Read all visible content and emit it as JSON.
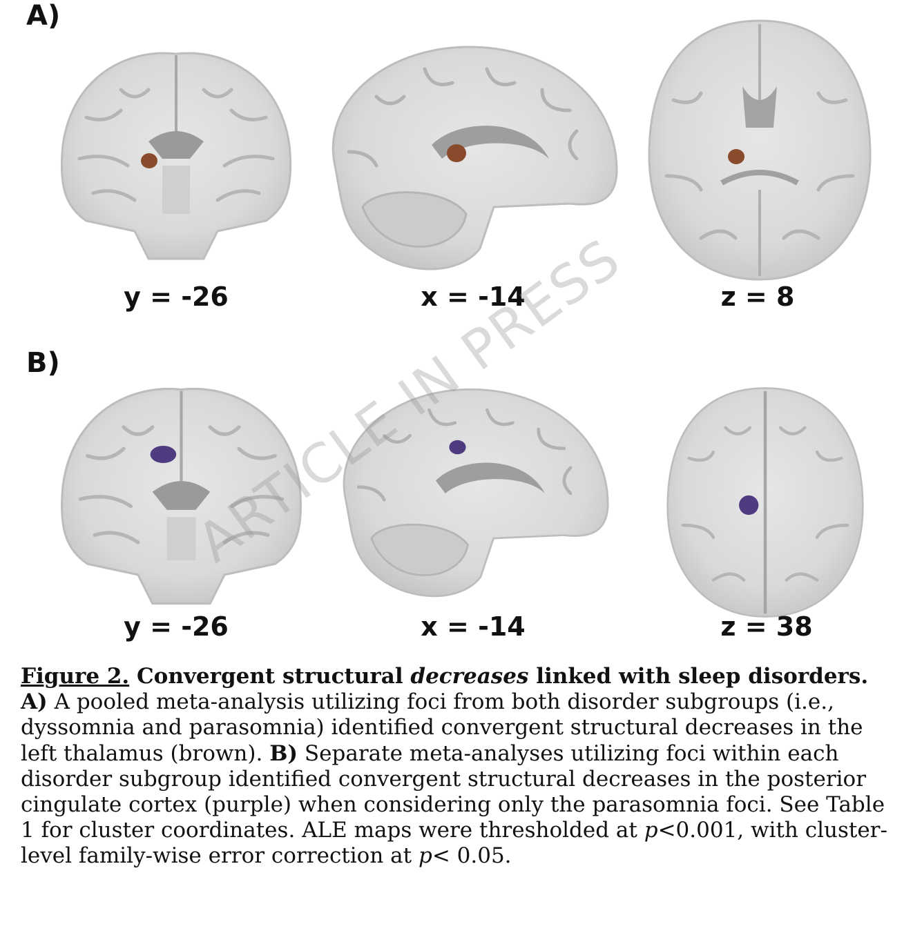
{
  "figure": {
    "panels": [
      {
        "label": "A)",
        "blob_color": "#8a4a2c",
        "views": [
          {
            "view": "coronal",
            "coord": "y = -26"
          },
          {
            "view": "sagittal",
            "coord": "x = -14"
          },
          {
            "view": "axial",
            "coord": "z = 8"
          }
        ]
      },
      {
        "label": "B)",
        "blob_color": "#4e3b80",
        "views": [
          {
            "view": "coronal",
            "coord": "y = -26"
          },
          {
            "view": "sagittal",
            "coord": "x = -14"
          },
          {
            "view": "axial",
            "coord": "z = 38"
          }
        ]
      }
    ],
    "watermark": "ARTICLE IN PRESS"
  },
  "caption": {
    "fig_label": "Figure 2.",
    "title_1": " Convergent structural ",
    "title_italic": "decreases",
    "title_2": " linked with sleep disorders.",
    "a_label": " A)",
    "a_text": " A pooled meta-analysis utilizing foci from both disorder subgroups (i.e., dyssomnia and parasomnia) identified convergent structural decreases in the left thalamus (brown). ",
    "b_label": "B)",
    "b_text": " Separate meta-analyses utilizing foci within each disorder subgroup identified convergent structural decreases in the posterior cingulate cortex (purple) when considering only the parasomnia foci. See Table 1 for cluster coordinates. ALE maps were thresholded at ",
    "p1": "p",
    "thr1": "<0.001, with cluster-level family-wise error correction at ",
    "p2": "p",
    "thr2": "< 0.05."
  }
}
